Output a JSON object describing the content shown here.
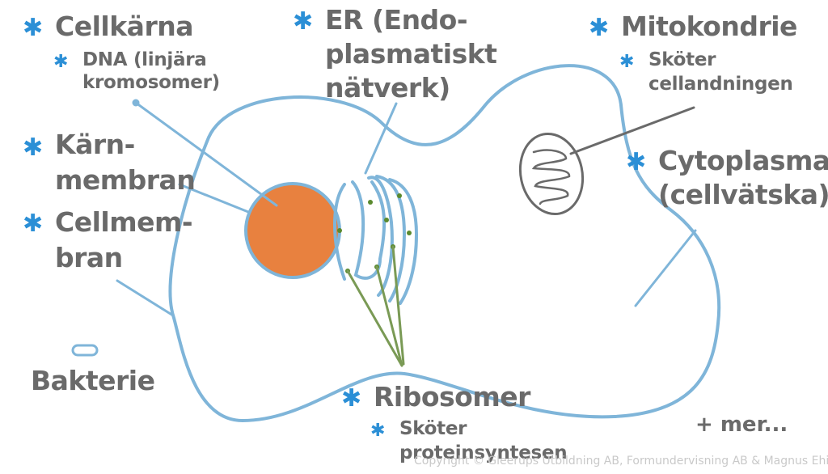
{
  "labels": {
    "cellkarna": {
      "title": "Cellkärna",
      "sub": [
        "DNA (linjära",
        "kromosomer)"
      ]
    },
    "er": {
      "lines": [
        "ER (Endo-",
        "plasmatiskt",
        "nätverk)"
      ]
    },
    "mitokondrie": {
      "title": "Mitokondrie",
      "sub": [
        "Sköter",
        "cellandningen"
      ]
    },
    "karnmembran": {
      "lines": [
        "Kärn-",
        "membran"
      ]
    },
    "cellmembran": {
      "lines": [
        "Cellmem-",
        "bran"
      ]
    },
    "cytoplasma": {
      "lines": [
        "Cytoplasma",
        "(cellvätska)"
      ]
    },
    "bakterie": {
      "title": "Bakterie"
    },
    "ribosomer": {
      "title": "Ribosomer",
      "sub": [
        "Sköter",
        "proteinsyntesen"
      ]
    },
    "mer": "+ mer..."
  },
  "footer": {
    "copyright": "Copyright © Gleerups Utbildning AB, Formundervisning AB & Magnus Ehinger"
  },
  "colors": {
    "membrane": "#7fb5d9",
    "nucleus": "#e8813f",
    "ribosome_line": "#7a9a55",
    "ribosome_dot": "#5a8a2e",
    "text": "#6a6a6a",
    "asterisk": "#2b8fd6",
    "pointer": "#7fb5d9",
    "mito_pointer": "#6a6a6a"
  },
  "icons": [
    "asterisk-icon",
    "bacterium-icon",
    "mitochondrion-icon",
    "nucleus-icon",
    "er-icon",
    "ribosome-icon"
  ]
}
